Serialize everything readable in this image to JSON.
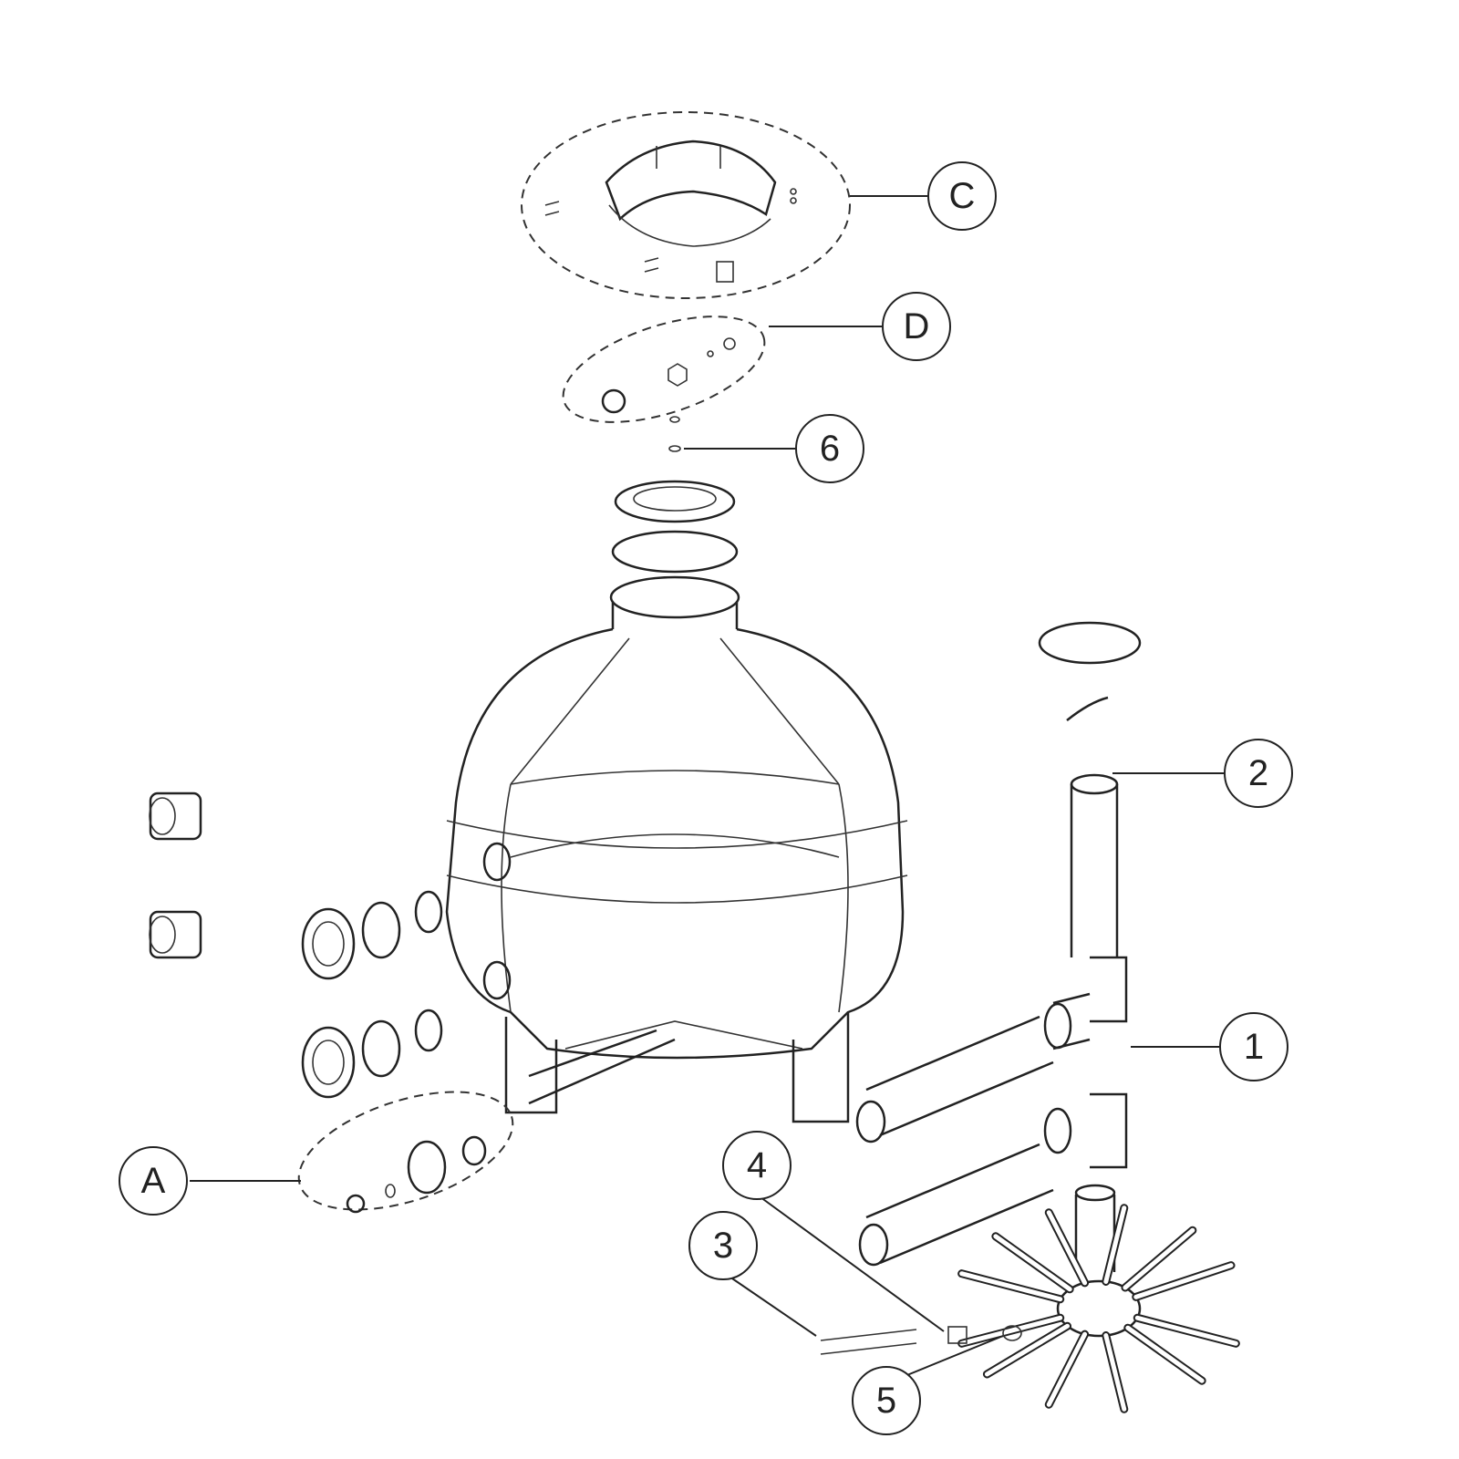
{
  "callouts": {
    "C": "C",
    "D": "D",
    "six": "6",
    "two": "2",
    "one": "1",
    "A": "A",
    "four": "4",
    "three": "3",
    "five": "5"
  }
}
